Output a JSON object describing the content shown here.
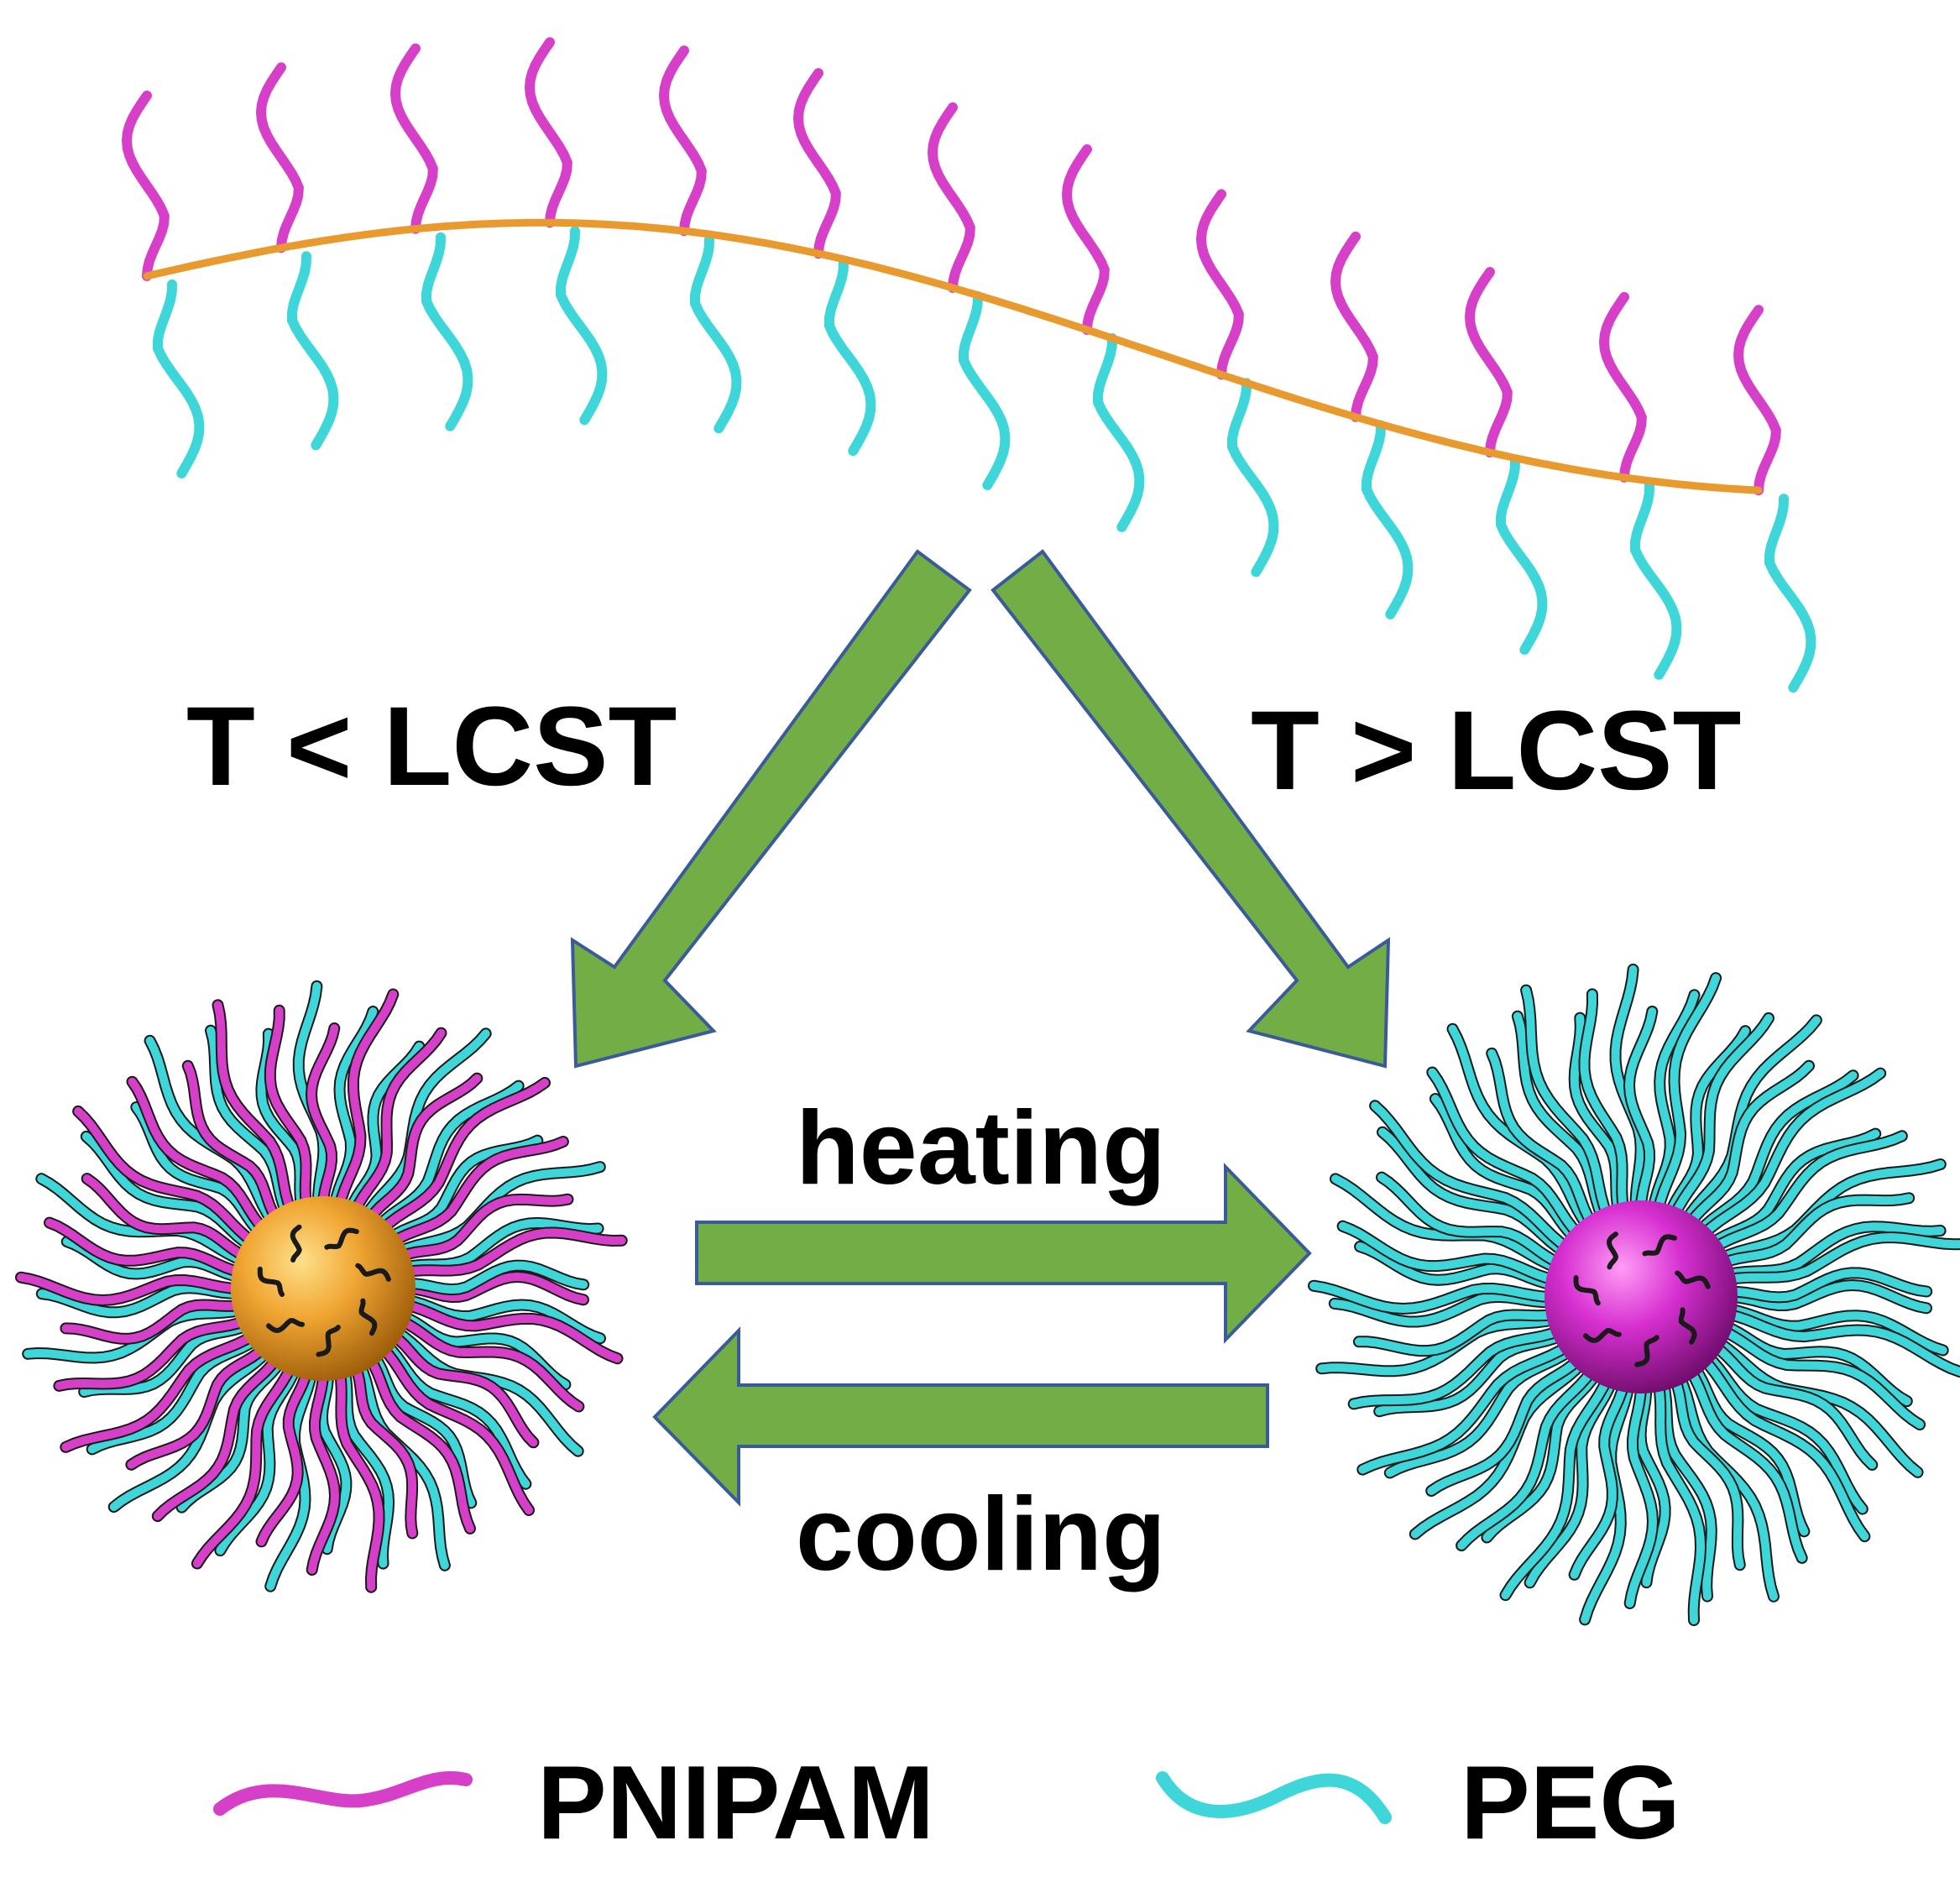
{
  "labels": {
    "below_lcst": "T < LCST",
    "above_lcst": "T > LCST",
    "heating": "heating",
    "cooling": "cooling"
  },
  "legend": [
    {
      "name": "PNIPAM",
      "color": "#d63fc8"
    },
    {
      "name": "PEG",
      "color": "#3fd6d9"
    }
  ],
  "colors": {
    "pnipam": "#d63fc8",
    "peg": "#3fd6d9",
    "backbone": "#e89a2e",
    "arrow_fill": "#72ad45",
    "arrow_stroke": "#3a5a9a",
    "core_left": "#e8962a",
    "core_right": "#d62fd0"
  },
  "micelles": [
    {
      "id": "left",
      "core": "PEG shell / PNIPAM+PEG corona",
      "note": "mixed corona"
    },
    {
      "id": "right",
      "core": "PNIPAM collapsed core",
      "note": "PEG corona"
    }
  ]
}
